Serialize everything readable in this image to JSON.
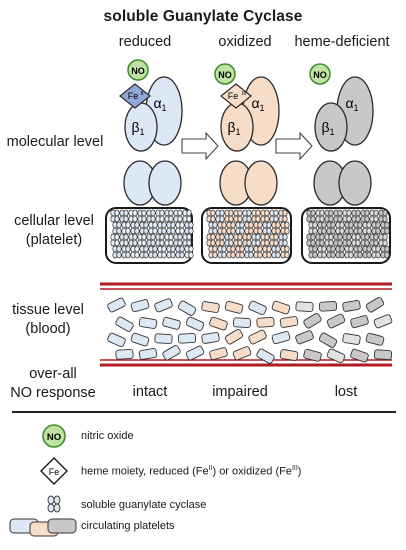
{
  "title": "soluble Guanylate Cyclase",
  "columns": [
    {
      "label": "reduced",
      "response": "intact",
      "heme_label": "Fe",
      "heme_superscript": "II",
      "fill": "#dce8f5"
    },
    {
      "label": "oxidized",
      "response": "impaired",
      "heme_label": "Fe",
      "heme_superscript": "III",
      "fill": "#f7dcc8"
    },
    {
      "label": "heme-deficient",
      "response": "lost",
      "heme_label": "",
      "heme_superscript": "",
      "fill": "#c8c8c8"
    }
  ],
  "subunits": {
    "alpha": "α",
    "beta": "β",
    "index": "1"
  },
  "no_label": "NO",
  "rows": {
    "molecular": "molecular level",
    "cellular_1": "cellular level",
    "cellular_2": "(platelet)",
    "tissue_1": "tissue level",
    "tissue_2": "(blood)",
    "overall_1": "over-all",
    "overall_2": "NO response"
  },
  "legend": {
    "no": "nitric oxide",
    "heme_prefix": "heme moiety, reduced (Fe",
    "heme_sup1": "II",
    "heme_mid": ") or oxidized (Fe",
    "heme_sup2": "III",
    "heme_suffix": ")",
    "heme_icon_label": "Fe",
    "sgc": "soluble guanylate cyclase",
    "platelets": "circulating platelets"
  },
  "colors": {
    "no_green": "#bfe3a5",
    "no_green_stroke": "#3f8a2a",
    "heme_blue": "#8fa8d8",
    "vessel_red": "#b01c22"
  }
}
